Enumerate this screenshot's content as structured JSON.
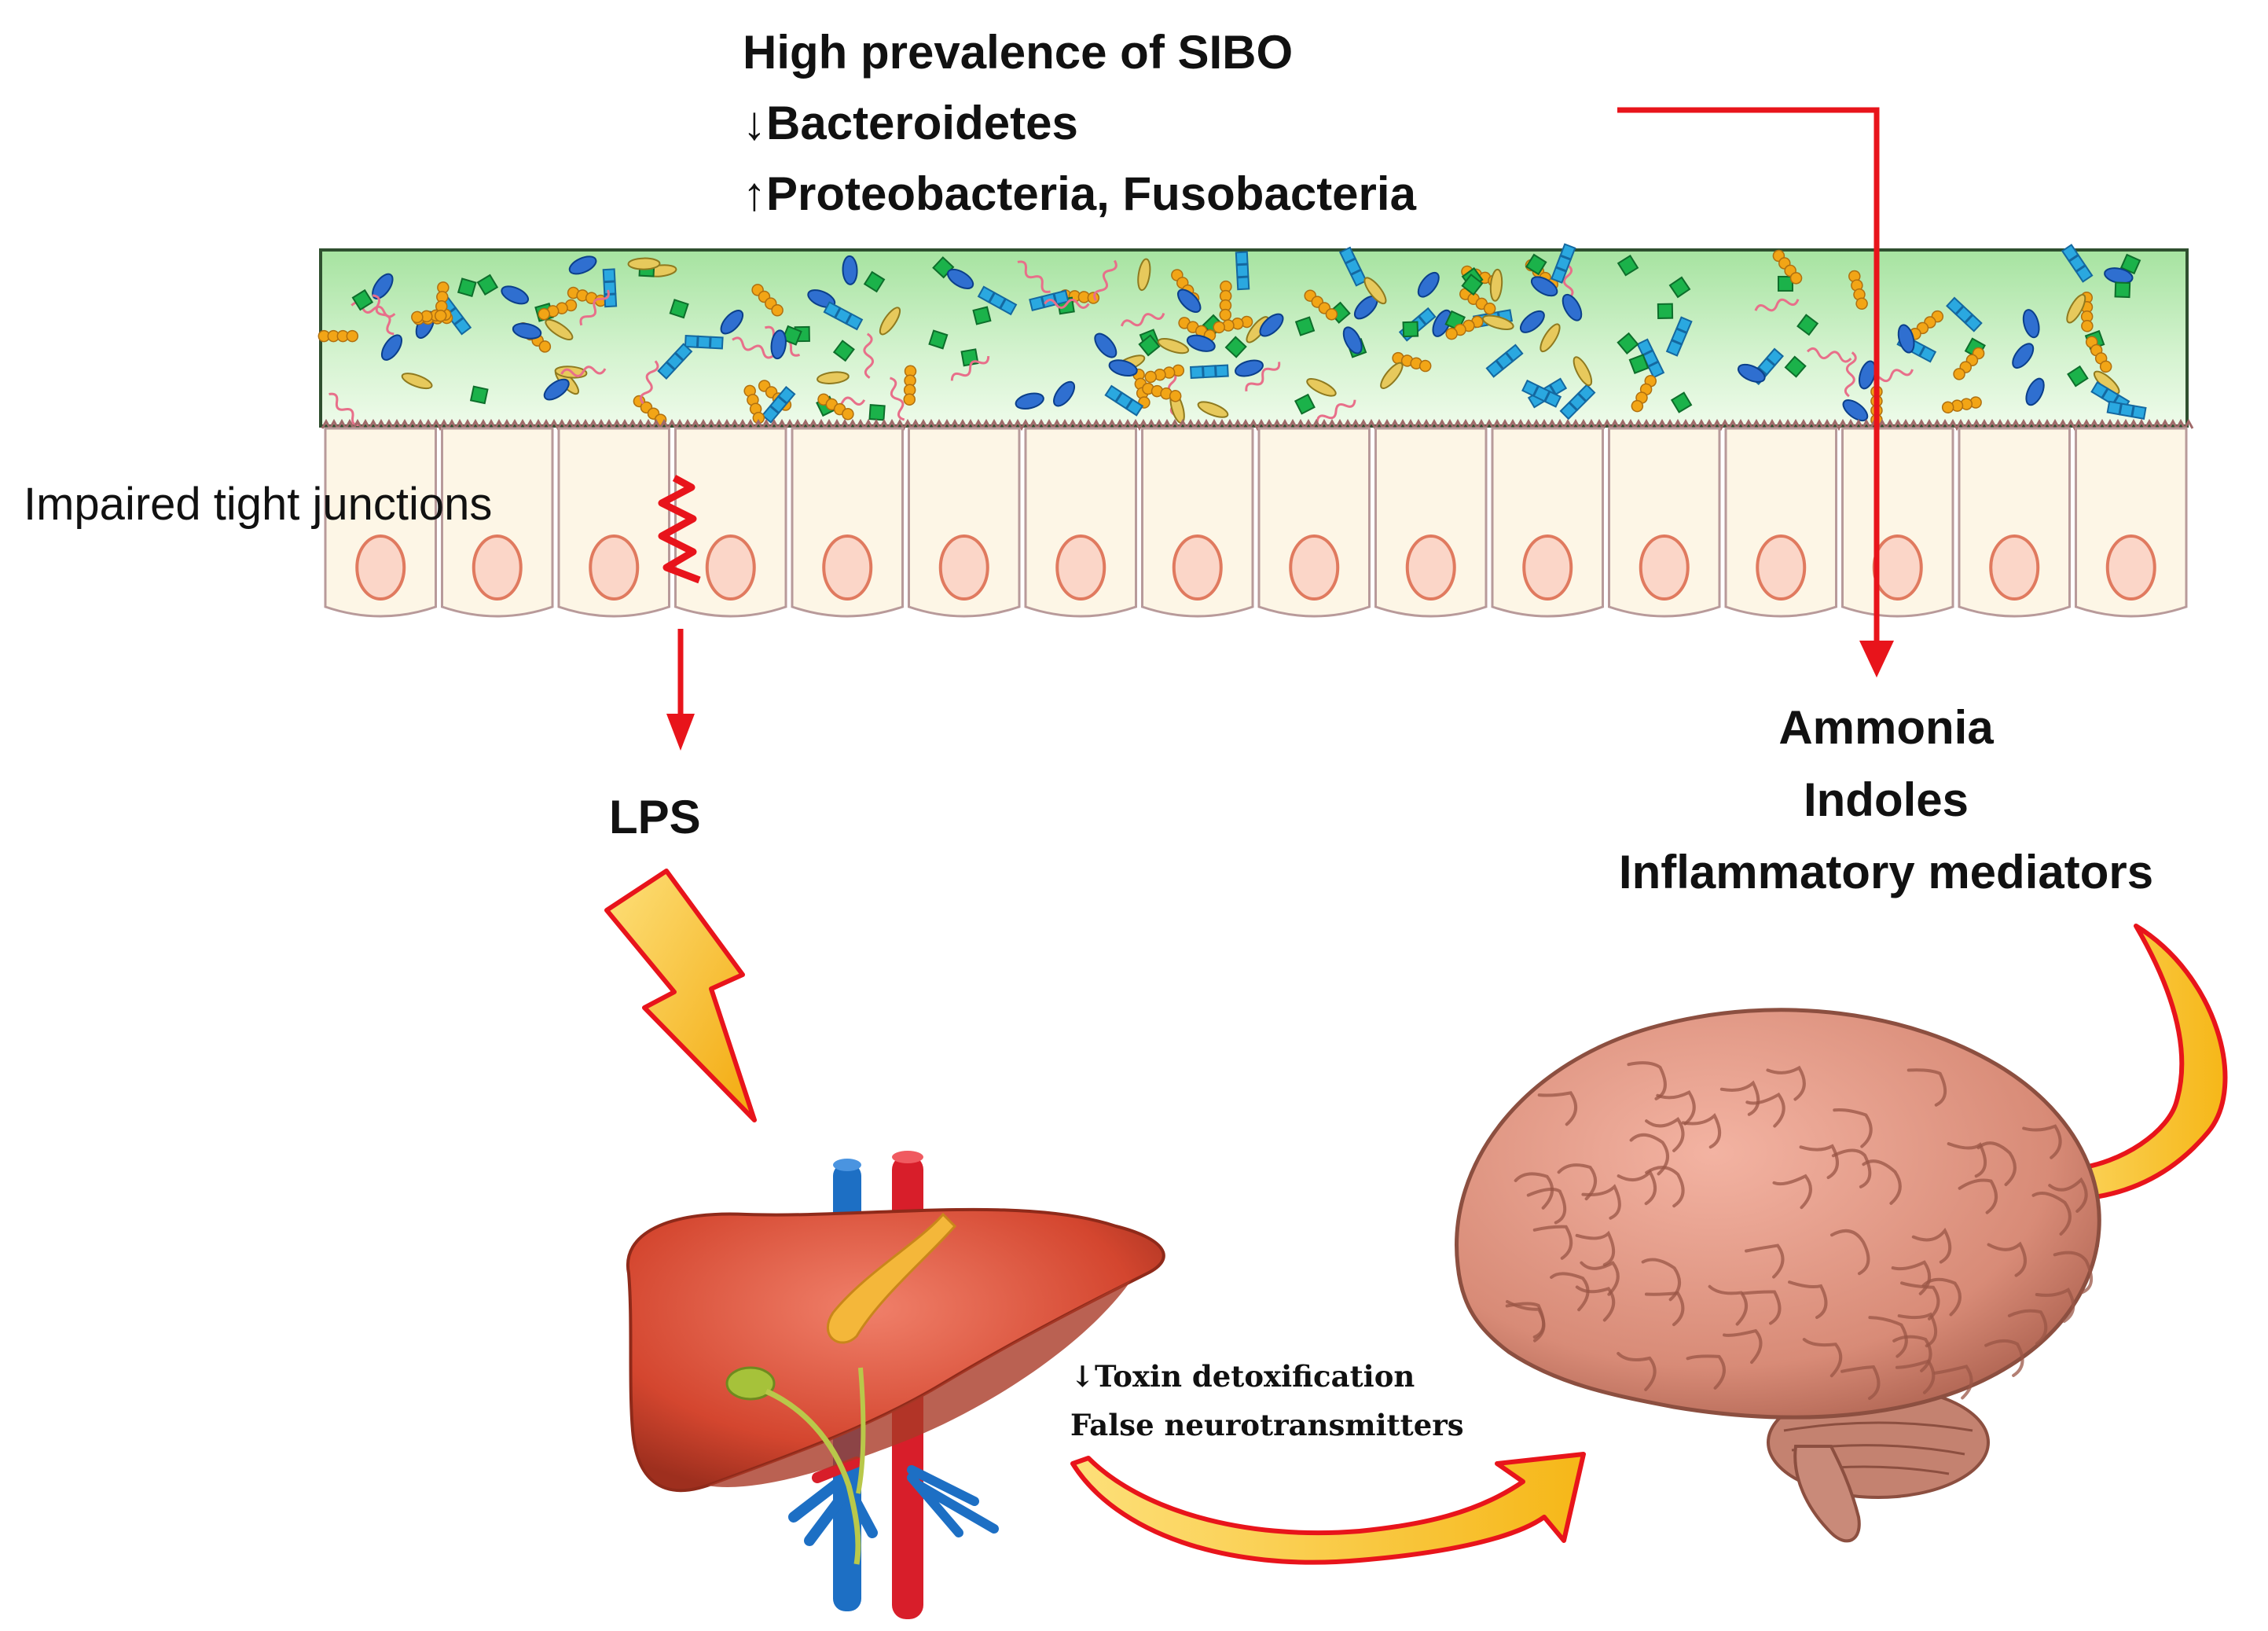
{
  "top_labels": {
    "line1": "High prevalence of SIBO",
    "line2": "↓Bacteroidetes",
    "line3": "↑Proteobacteria, Fusobacteria"
  },
  "impaired_label": "Impaired tight junctions",
  "lps_label": "LPS",
  "metabolites": {
    "line1": "Ammonia",
    "line2": "Indoles",
    "line3": "Inflammatory mediators"
  },
  "liver_effects": {
    "line1": "↓Toxin detoxification",
    "line2": "False neurotransmitters"
  },
  "colors": {
    "arrow_red": "#e8141b",
    "lumen_green": "#c8f0c4",
    "cell_fill": "#fdf6e6",
    "nucleus_fill": "#fbd6c8",
    "nucleus_stroke": "#e07a5f",
    "bolt_fill": "#f6b718",
    "liver": "#d8503a",
    "brain": "#d99080"
  },
  "icons": {
    "epithelium": "intestinal-epithelium",
    "liver": "liver-illustration",
    "brain": "brain-illustration",
    "bolt": "lightning-bolt-arrow"
  }
}
